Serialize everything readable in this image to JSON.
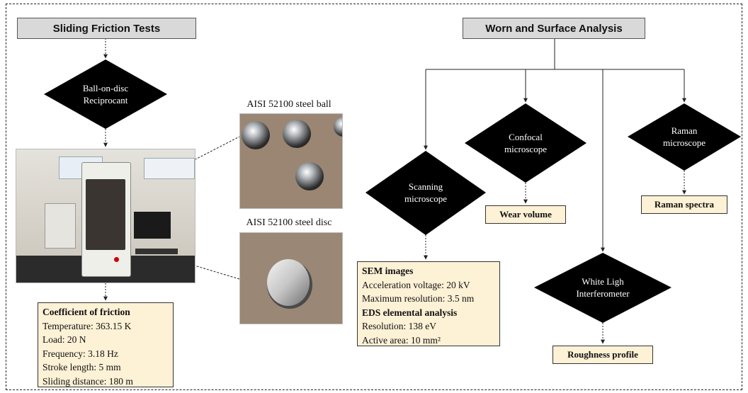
{
  "left": {
    "header": "Sliding Friction Tests",
    "diamond_line1": "Ball-on-disc",
    "diamond_line2": "Reciprocant",
    "ball_caption": "AISI 52100 steel ball",
    "disc_caption": "AISI 52100 steel disc",
    "info": {
      "title": "Coefficient of friction",
      "lines": [
        "Temperature: 363.15 K",
        "Load: 20 N",
        "Frequency: 3.18 Hz",
        "Stroke length: 5 mm",
        "Sliding distance: 180 m"
      ]
    }
  },
  "right": {
    "header": "Worn and Surface Analysis",
    "scanning": {
      "line1": "Scanning",
      "line2": "microscope"
    },
    "confocal": {
      "line1": "Confocal",
      "line2": "microscope"
    },
    "raman": {
      "line1": "Raman",
      "line2": "microscope"
    },
    "white_light": {
      "line1": "White Ligh",
      "line2": "Interferometer"
    },
    "wear_volume": "Wear volume",
    "raman_spectra": "Raman spectra",
    "roughness": "Roughness profile",
    "sem": {
      "title": "SEM images",
      "accel": "Acceleration voltage: 20 kV",
      "maxres": "Maximum resolution: 3.5 nm",
      "eds_title": "EDS elemental analysis",
      "eds_res": "Resolution: 138 eV",
      "active_area": "Active area: 10 mm²"
    }
  }
}
